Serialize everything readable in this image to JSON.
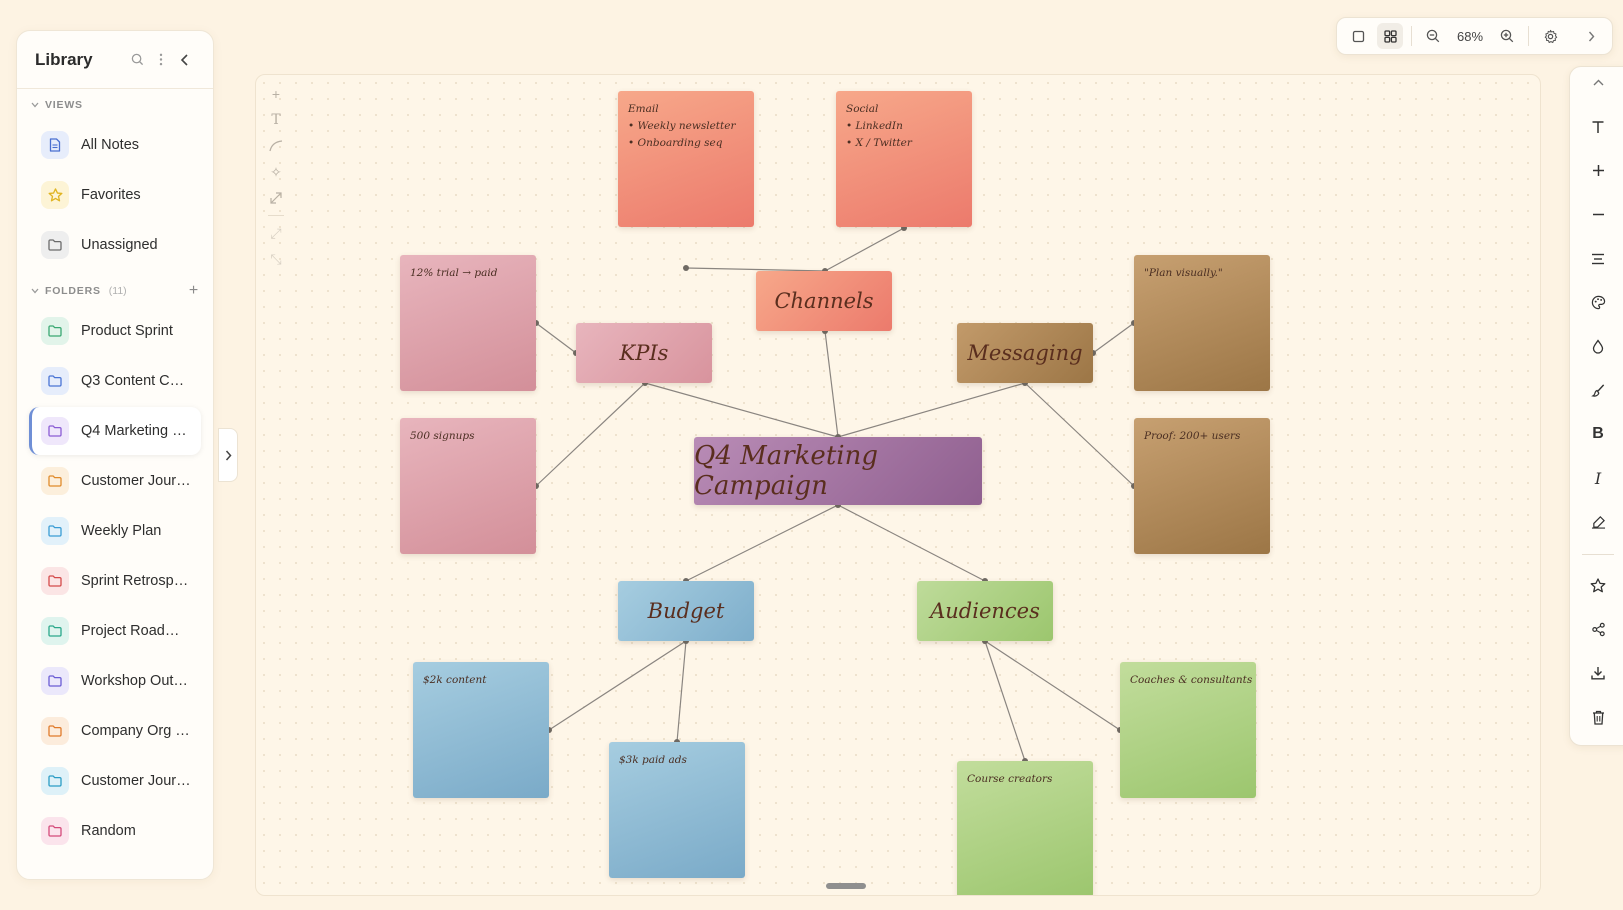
{
  "sidebar": {
    "title": "Library",
    "views_label": "VIEWS",
    "views": [
      {
        "label": "All Notes",
        "icon": "document-icon",
        "color": "#4a6fd0",
        "bg": "#e7edfb"
      },
      {
        "label": "Favorites",
        "icon": "star-icon",
        "color": "#e0b422",
        "bg": "#fdf4d6"
      },
      {
        "label": "Unassigned",
        "icon": "folder-icon",
        "color": "#6b6b6b",
        "bg": "#eeeeee"
      }
    ],
    "folders_label": "FOLDERS",
    "folders_count": "(11)",
    "folders": [
      {
        "label": "Product Sprint",
        "color": "#3aa872",
        "bg": "#e2f4ea"
      },
      {
        "label": "Q3 Content Calendar",
        "color": "#4a74d4",
        "bg": "#e6edfb"
      },
      {
        "label": "Q4 Marketing Campaign",
        "color": "#8a5cd4",
        "bg": "#efe7fb",
        "active": true
      },
      {
        "label": "Customer Journey",
        "color": "#e08a2a",
        "bg": "#fcefdc"
      },
      {
        "label": "Weekly Plan",
        "color": "#3a9cd4",
        "bg": "#e2f1fa"
      },
      {
        "label": "Sprint Retrospective",
        "color": "#d44a4a",
        "bg": "#fbe5e5"
      },
      {
        "label": "Project Roadmap",
        "color": "#2aa88a",
        "bg": "#dff4ee"
      },
      {
        "label": "Workshop Outline",
        "color": "#6a5cd4",
        "bg": "#ebe8fb"
      },
      {
        "label": "Company Org Chart",
        "color": "#e07a2a",
        "bg": "#fcecdc"
      },
      {
        "label": "Customer Journey Map",
        "color": "#2a9cc4",
        "bg": "#def1f8"
      },
      {
        "label": "Random",
        "color": "#d44a7a",
        "bg": "#fbe4ec"
      }
    ]
  },
  "toolbar": {
    "zoom": "68%"
  },
  "canvas": {
    "topics": [
      {
        "id": "main",
        "label": "Q4 Marketing Campaign",
        "color1": "#b98cb6",
        "color2": "#8f5f8f"
      },
      {
        "id": "channels",
        "label": "Channels",
        "color1": "#f7a88a",
        "color2": "#ec7a6c"
      },
      {
        "id": "kpis",
        "label": "KPIs",
        "color1": "#e8b5bd",
        "color2": "#d8939d"
      },
      {
        "id": "messaging",
        "label": "Messaging",
        "color1": "#c29a6a",
        "color2": "#9c7646"
      },
      {
        "id": "budget",
        "label": "Budget",
        "color1": "#a6cde0",
        "color2": "#7eaecb"
      },
      {
        "id": "audiences",
        "label": "Audiences",
        "color1": "#bedb9a",
        "color2": "#9cc66e"
      }
    ],
    "notes": [
      {
        "id": "email",
        "lines": [
          "Email",
          "• Weekly newsletter",
          "• Onboarding seq"
        ],
        "color1": "#f7a88a",
        "color2": "#ec7a6c"
      },
      {
        "id": "social",
        "lines": [
          "Social",
          "• LinkedIn",
          "• X / Twitter"
        ],
        "color1": "#f7a88a",
        "color2": "#ec7a6c"
      },
      {
        "id": "trial",
        "lines": [
          "12% trial → paid"
        ],
        "color1": "#e8b5bd",
        "color2": "#d38f99"
      },
      {
        "id": "signups",
        "lines": [
          "500 signups"
        ],
        "color1": "#e8b5bd",
        "color2": "#d38f99"
      },
      {
        "id": "plan",
        "lines": [
          "\"Plan visually.\""
        ],
        "color1": "#c7a071",
        "color2": "#9c7646"
      },
      {
        "id": "proof",
        "lines": [
          "Proof: 200+ users"
        ],
        "color1": "#c7a071",
        "color2": "#9c7646"
      },
      {
        "id": "content",
        "lines": [
          "$2k content"
        ],
        "color1": "#a6cde0",
        "color2": "#7aaac8"
      },
      {
        "id": "ads",
        "lines": [
          "$3k paid ads"
        ],
        "color1": "#a6cde0",
        "color2": "#7aaac8"
      },
      {
        "id": "creators",
        "lines": [
          "Course creators"
        ],
        "color1": "#c2dd9c",
        "color2": "#9cc66e"
      },
      {
        "id": "coaches",
        "lines": [
          "Coaches & consultants"
        ],
        "color1": "#c2dd9c",
        "color2": "#9cc66e"
      }
    ]
  }
}
